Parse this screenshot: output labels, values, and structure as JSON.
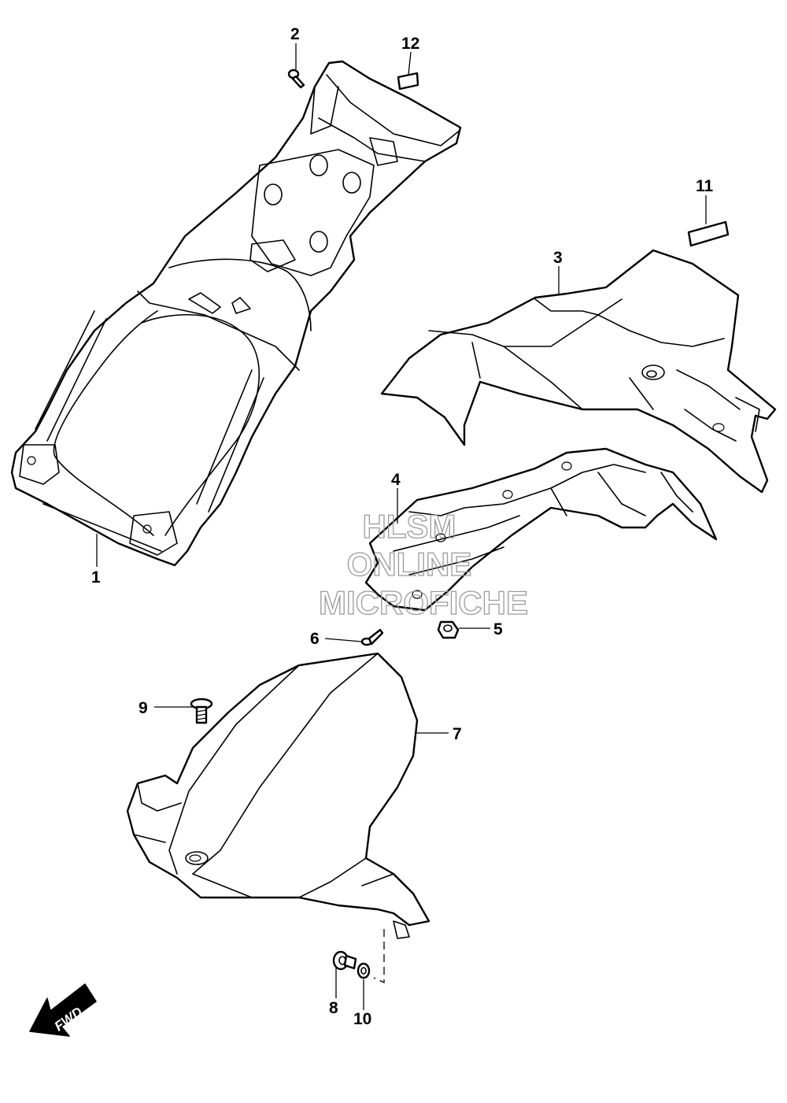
{
  "diagram": {
    "callouts": [
      {
        "id": "part-1",
        "label": "1"
      },
      {
        "id": "part-2",
        "label": "2"
      },
      {
        "id": "part-3",
        "label": "3"
      },
      {
        "id": "part-4",
        "label": "4"
      },
      {
        "id": "part-5",
        "label": "5"
      },
      {
        "id": "part-6",
        "label": "6"
      },
      {
        "id": "part-7",
        "label": "7"
      },
      {
        "id": "part-8",
        "label": "8"
      },
      {
        "id": "part-9",
        "label": "9"
      },
      {
        "id": "part-10",
        "label": "10"
      },
      {
        "id": "part-11",
        "label": "11"
      },
      {
        "id": "part-12",
        "label": "12"
      }
    ],
    "direction_label": "FWD"
  },
  "watermark": {
    "line1": "HLSM",
    "line2": "ONLINE",
    "line3": "MICROFICHE"
  },
  "colors": {
    "line": "#000000",
    "background": "#ffffff",
    "watermark": "#9a9a9a"
  }
}
